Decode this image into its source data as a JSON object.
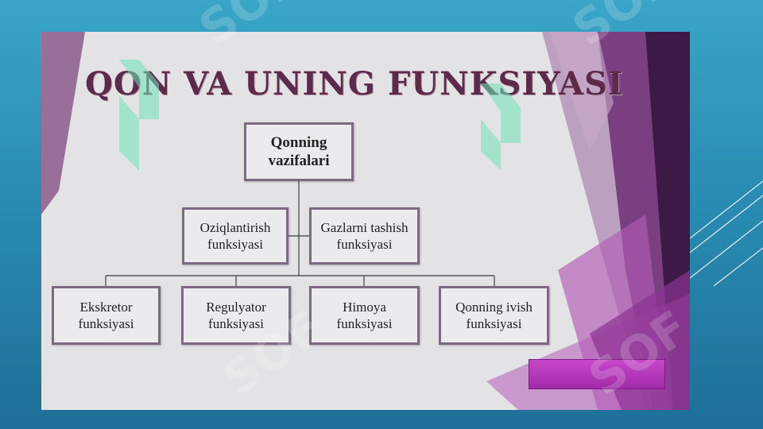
{
  "slide": {
    "title": "QON VA UNING FUNKSIYASI"
  },
  "diagram": {
    "root": "Qonning\nvazifalari",
    "level1": [
      "Oziqlantirish\nfunksiyasi",
      "Gazlarni tashish\nfunksiyasi"
    ],
    "level2": [
      "Ekskretor\nfunksiyasi",
      "Regulyator\nfunksiyasi",
      "Himoya\nfunksiyasi",
      "Qonning ivish\nfunksiyasi"
    ]
  },
  "colors": {
    "background": "#2a8db3",
    "slide": "#e3e3e5",
    "title": "#5c2a4a",
    "accent": "#b43bb8",
    "deco_purple": "#7b2e83"
  },
  "icons": {
    "watermark": "soft-watermark-icon",
    "accent_button": "accent-rectangle"
  }
}
